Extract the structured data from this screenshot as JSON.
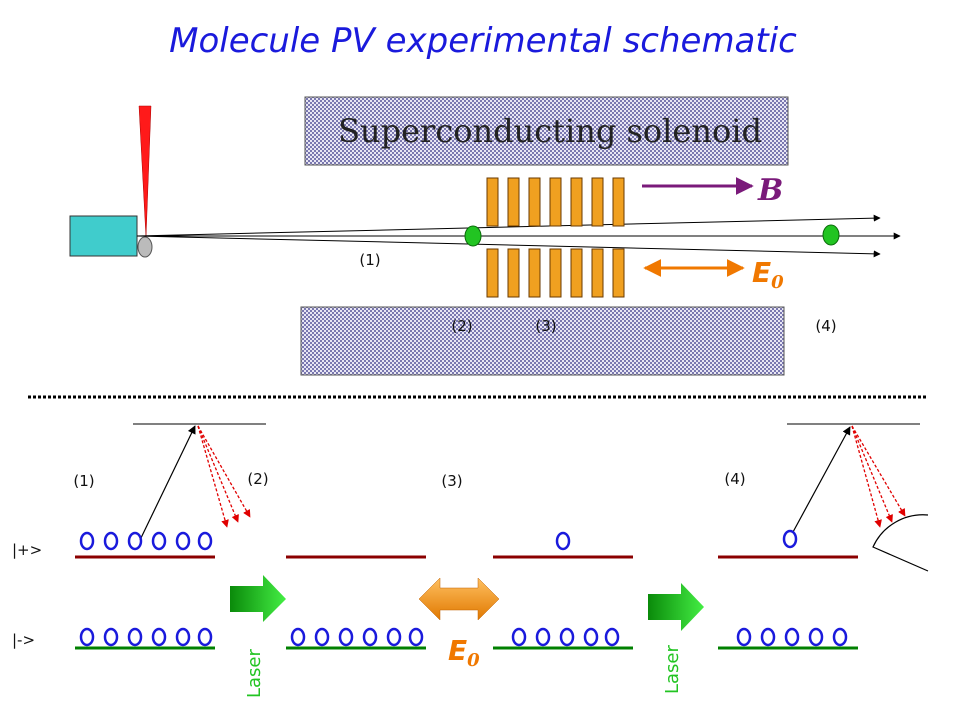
{
  "title": "Molecule PV experimental schematic",
  "solenoid_label": "Superconducting solenoid",
  "b_field_label": "B",
  "e_field_label": "E",
  "e_field_subscript": "0",
  "top_regions": {
    "r1": "(1)",
    "r2": "(2)",
    "r3": "(3)",
    "r4": "(4)"
  },
  "bottom_regions": {
    "r1": "(1)",
    "r2": "(2)",
    "r3": "(3)",
    "r4": "(4)"
  },
  "states": {
    "plus": "|+>",
    "minus": "|->"
  },
  "laser_label": "Laser",
  "colors": {
    "title": "#1a1adc",
    "b_arrow": "#7a1a7a",
    "e_arrow": "#f07800",
    "electrode": "#f0a020",
    "plus_level": "#8b0000",
    "minus_level": "#008000",
    "molecule": "#1a1adc",
    "laser_arrow": "#22c422"
  }
}
